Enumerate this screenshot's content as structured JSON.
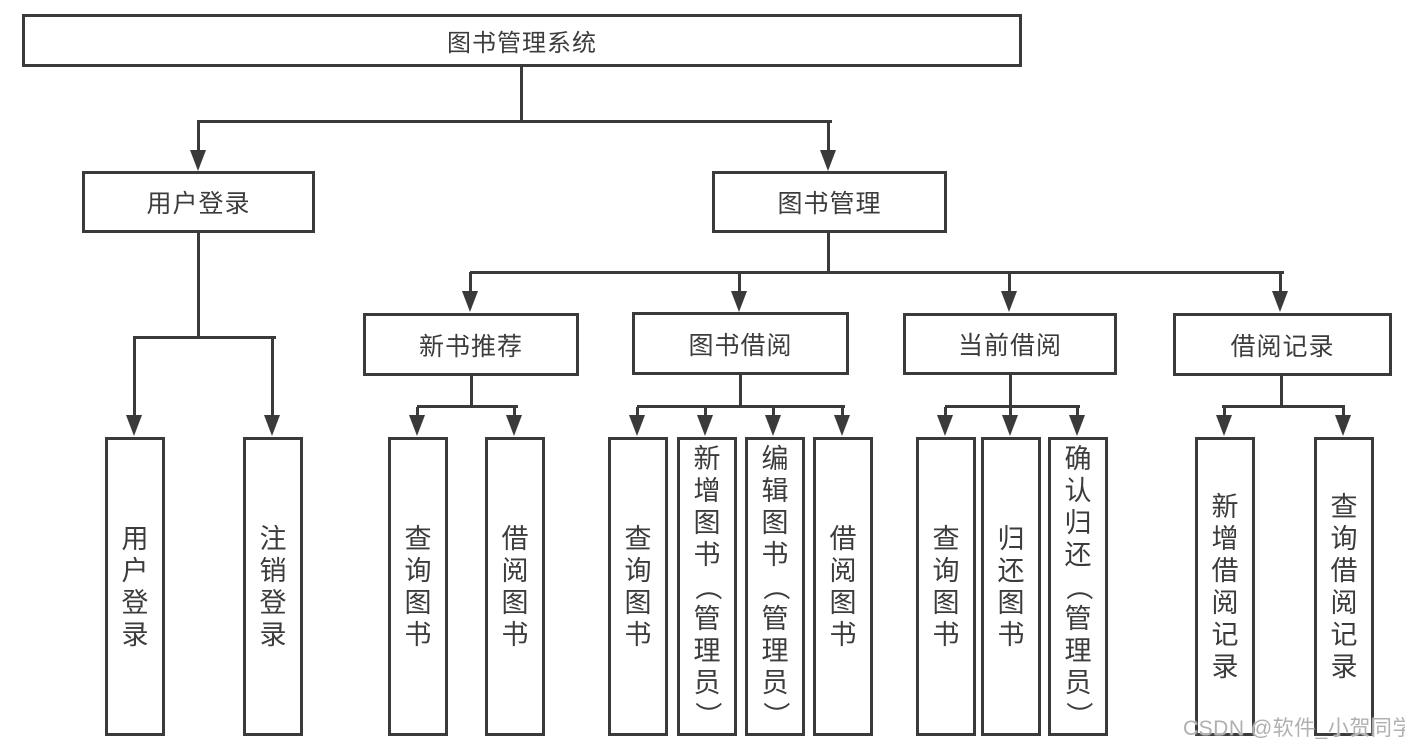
{
  "colors": {
    "line": "#3a3a3a",
    "text": "#3c3c3c",
    "watermark": "#b0b0b0"
  },
  "watermark": {
    "text": "CSDN @软件_小贺同学"
  },
  "tree": {
    "root": {
      "label": "图书管理系统",
      "children": [
        {
          "label": "用户登录",
          "children": [
            {
              "label": "用户登录"
            },
            {
              "label": "注销登录"
            }
          ]
        },
        {
          "label": "图书管理",
          "children": [
            {
              "label": "新书推荐",
              "children": [
                {
                  "label": "查询图书"
                },
                {
                  "label": "借阅图书"
                }
              ]
            },
            {
              "label": "图书借阅",
              "children": [
                {
                  "label": "查询图书"
                },
                {
                  "label": "新增图书（管理员）"
                },
                {
                  "label": "编辑图书（管理员）"
                },
                {
                  "label": "借阅图书"
                }
              ]
            },
            {
              "label": "当前借阅",
              "children": [
                {
                  "label": "查询图书"
                },
                {
                  "label": "归还图书"
                },
                {
                  "label": "确认归还（管理员）"
                }
              ]
            },
            {
              "label": "借阅记录",
              "children": [
                {
                  "label": "新增借阅记录"
                },
                {
                  "label": "查询借阅记录"
                }
              ]
            }
          ]
        }
      ]
    }
  }
}
